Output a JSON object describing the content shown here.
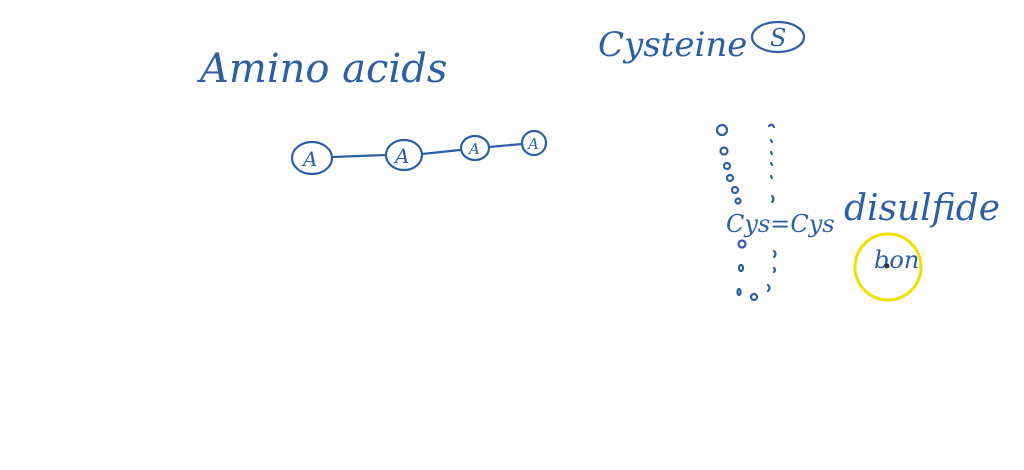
{
  "title_left": "Amino acids",
  "title_right": "Cysteine",
  "sulfur_symbol": "S",
  "chain_residues": [
    "A",
    "A",
    "A",
    "A"
  ],
  "bridge_label": "Cys=Cys",
  "bond_label_line1": "disulfide",
  "bond_label_line2": "bon",
  "colors": {
    "ink": "#2d5fa6",
    "cursor_ring": "#f0e000",
    "background": "#ffffff"
  }
}
